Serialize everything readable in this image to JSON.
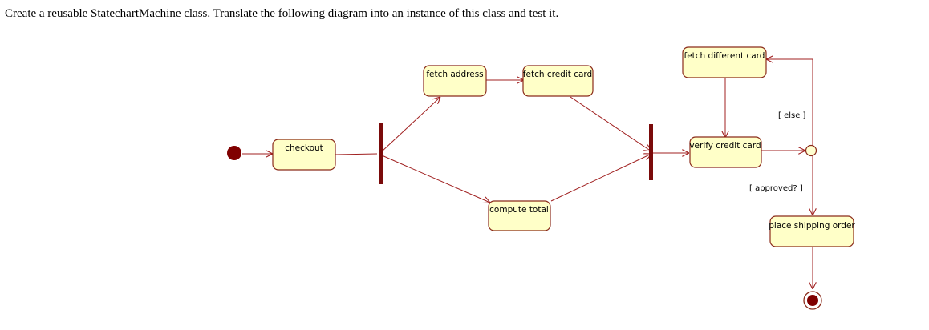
{
  "instructions": "Create a reusable StatechartMachine class. Translate the following diagram into an instance of this class and test it.",
  "diagram": {
    "colors": {
      "state_fill": "#ffffc8",
      "state_stroke": "#8b2b1a",
      "edge": "#a02020",
      "bar": "#7a0a0a",
      "initial": "#800000",
      "decision_fill": "#ffffd0"
    },
    "states": {
      "checkout": "checkout",
      "fetch_address": "fetch address",
      "fetch_credit_card": "fetch credit card",
      "compute_total": "compute total",
      "verify_credit_card": "verify credit card",
      "fetch_different_card": "fetch different card",
      "place_shipping_order": "place shipping order"
    },
    "guards": {
      "else": "[ else ]",
      "approved": "[ approved? ]"
    }
  }
}
